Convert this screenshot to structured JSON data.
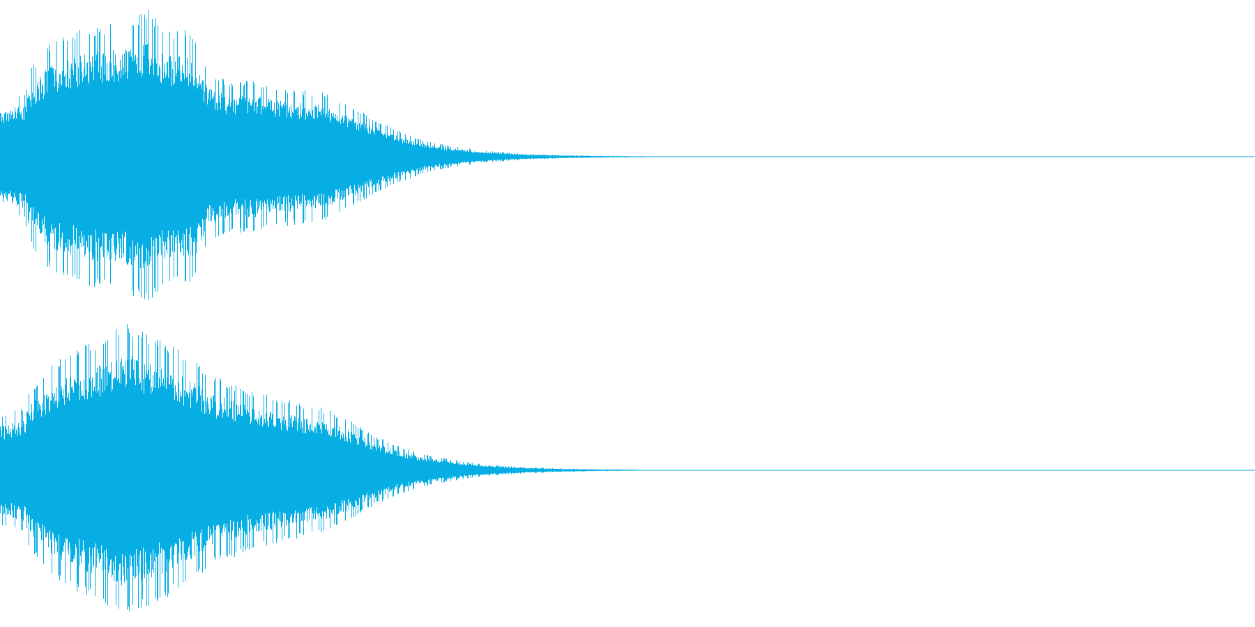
{
  "waveform": {
    "color": "#06aee4",
    "channels": [
      {
        "name": "left-channel",
        "envelope": [
          [
            0.0,
            0.38
          ],
          [
            0.02,
            0.42
          ],
          [
            0.022,
            0.55
          ],
          [
            0.04,
            0.75
          ],
          [
            0.07,
            0.85
          ],
          [
            0.1,
            0.88
          ],
          [
            0.118,
            0.97
          ],
          [
            0.13,
            0.84
          ],
          [
            0.155,
            0.82
          ],
          [
            0.165,
            0.58
          ],
          [
            0.18,
            0.5
          ],
          [
            0.2,
            0.5
          ],
          [
            0.23,
            0.45
          ],
          [
            0.26,
            0.42
          ],
          [
            0.28,
            0.33
          ],
          [
            0.3,
            0.24
          ],
          [
            0.32,
            0.16
          ],
          [
            0.34,
            0.1
          ],
          [
            0.36,
            0.07
          ],
          [
            0.38,
            0.045
          ],
          [
            0.4,
            0.03
          ],
          [
            0.42,
            0.02
          ],
          [
            0.44,
            0.013
          ],
          [
            0.46,
            0.009
          ],
          [
            0.48,
            0.006
          ],
          [
            0.5,
            0.004
          ],
          [
            0.515,
            0.003
          ],
          [
            0.516,
            0.0
          ]
        ],
        "seed": 17
      },
      {
        "name": "right-channel",
        "envelope": [
          [
            0.0,
            0.36
          ],
          [
            0.02,
            0.42
          ],
          [
            0.022,
            0.52
          ],
          [
            0.04,
            0.68
          ],
          [
            0.06,
            0.8
          ],
          [
            0.08,
            0.86
          ],
          [
            0.1,
            0.96
          ],
          [
            0.12,
            0.88
          ],
          [
            0.14,
            0.8
          ],
          [
            0.17,
            0.62
          ],
          [
            0.2,
            0.52
          ],
          [
            0.23,
            0.46
          ],
          [
            0.26,
            0.4
          ],
          [
            0.28,
            0.32
          ],
          [
            0.3,
            0.22
          ],
          [
            0.32,
            0.15
          ],
          [
            0.34,
            0.1
          ],
          [
            0.36,
            0.07
          ],
          [
            0.38,
            0.045
          ],
          [
            0.4,
            0.03
          ],
          [
            0.42,
            0.02
          ],
          [
            0.44,
            0.013
          ],
          [
            0.46,
            0.009
          ],
          [
            0.48,
            0.006
          ],
          [
            0.5,
            0.004
          ],
          [
            0.515,
            0.003
          ],
          [
            0.516,
            0.0
          ]
        ],
        "seed": 41
      }
    ]
  }
}
